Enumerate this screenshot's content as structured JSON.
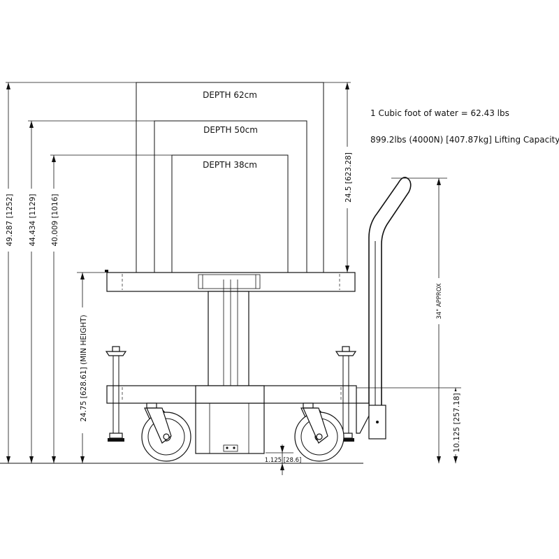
{
  "notes": {
    "water_weight": "1 Cubic foot of water = 62.43 lbs",
    "lifting_capacity": "899.2lbs (4000N) [407.87kg] Lifting Capacity"
  },
  "tanks": {
    "large": "DEPTH 62cm",
    "medium": "DEPTH 50cm",
    "small": "DEPTH 38cm"
  },
  "dimensions": {
    "overall_large": "49.287 [1252]",
    "overall_medium": "44.434 [1129]",
    "overall_small": "40.009 [1016]",
    "min_height": "24.75 [628.61] (MIN HEIGHT)",
    "tank_height": "24.5 [623.28]",
    "handle_height": "34\" APPROX",
    "base_height": "10.125 [257.18]",
    "ground_clearance": "1.125 [28.6]"
  }
}
